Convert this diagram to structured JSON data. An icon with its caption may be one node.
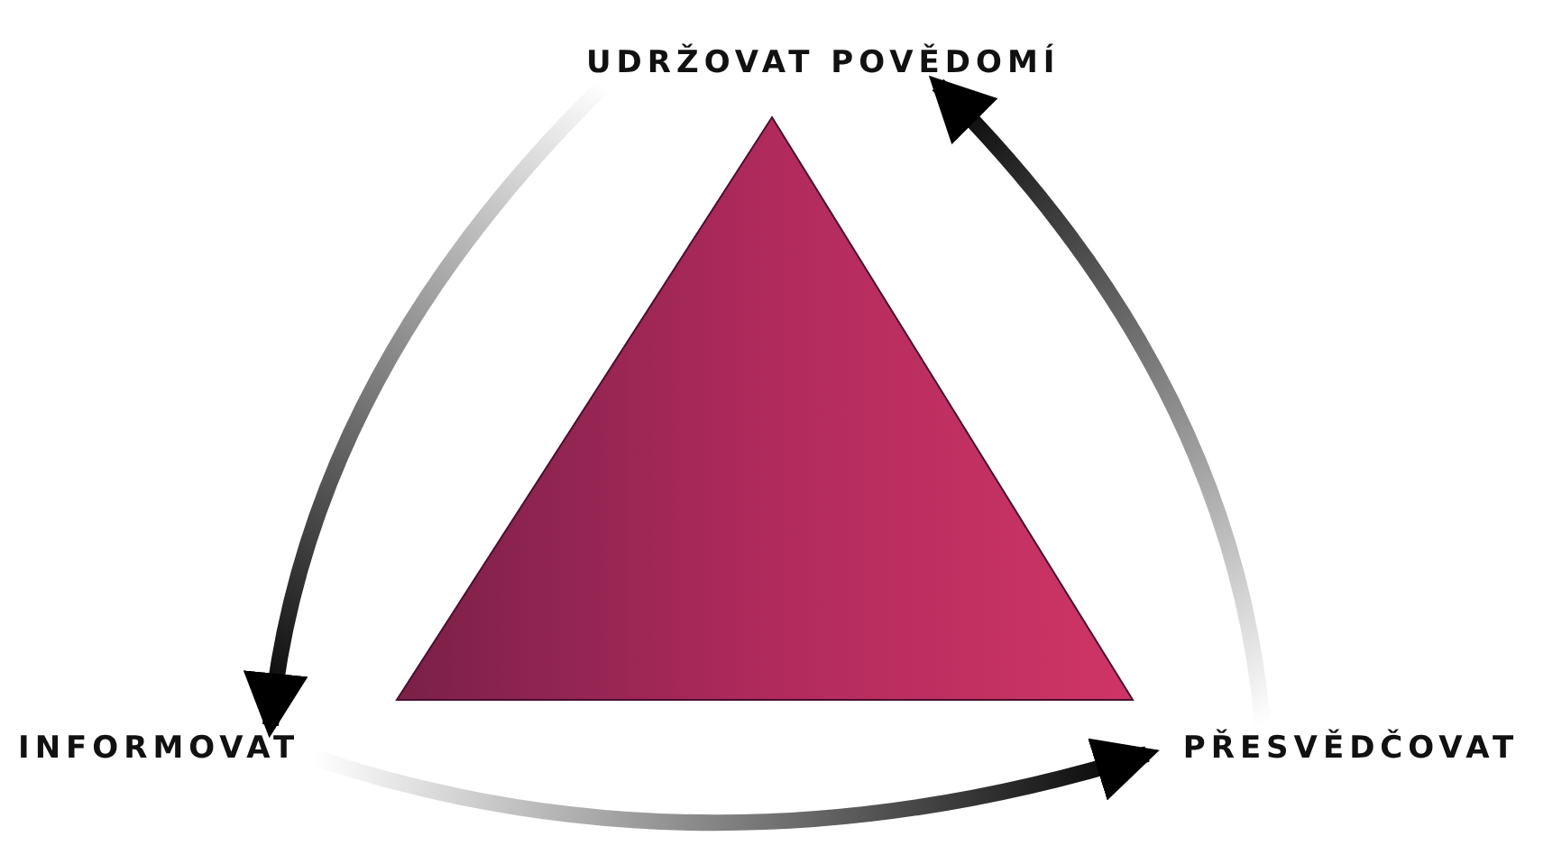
{
  "diagram": {
    "nodes": [
      {
        "text": [
          "UDRŽOVAT POVĚDOMÍ"
        ]
      },
      {
        "text": [
          "INFORMOVAT"
        ]
      },
      {
        "text": [
          "PŘESVĚDČOVAT"
        ]
      }
    ],
    "edges": [
      {
        "from": 0,
        "to": 1,
        "arrow": "to"
      },
      {
        "from": 1,
        "to": 2,
        "arrow": "to"
      },
      {
        "from": 2,
        "to": 0,
        "arrow": "to"
      }
    ]
  }
}
